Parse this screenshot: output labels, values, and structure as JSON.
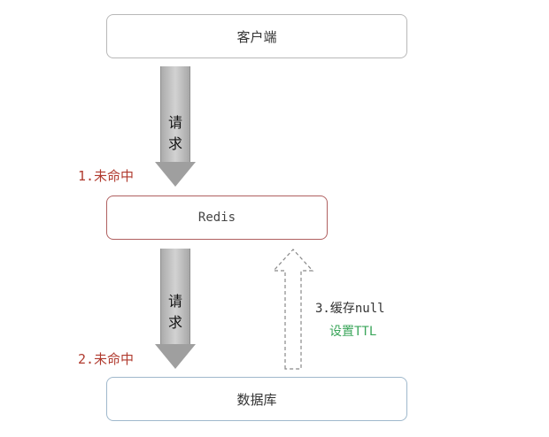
{
  "nodes": {
    "client": "客户端",
    "redis": "Redis",
    "database": "数据库"
  },
  "arrows": {
    "request1": {
      "char1": "请",
      "char2": "求"
    },
    "request2": {
      "char1": "请",
      "char2": "求"
    }
  },
  "labels": {
    "miss1": "1.未命中",
    "miss2": "2.未命中",
    "cache_null": "3.缓存null",
    "set_ttl": "设置TTL"
  },
  "colors": {
    "miss": "#b03a2e",
    "ttl": "#3aa55a",
    "note": "#333333"
  }
}
